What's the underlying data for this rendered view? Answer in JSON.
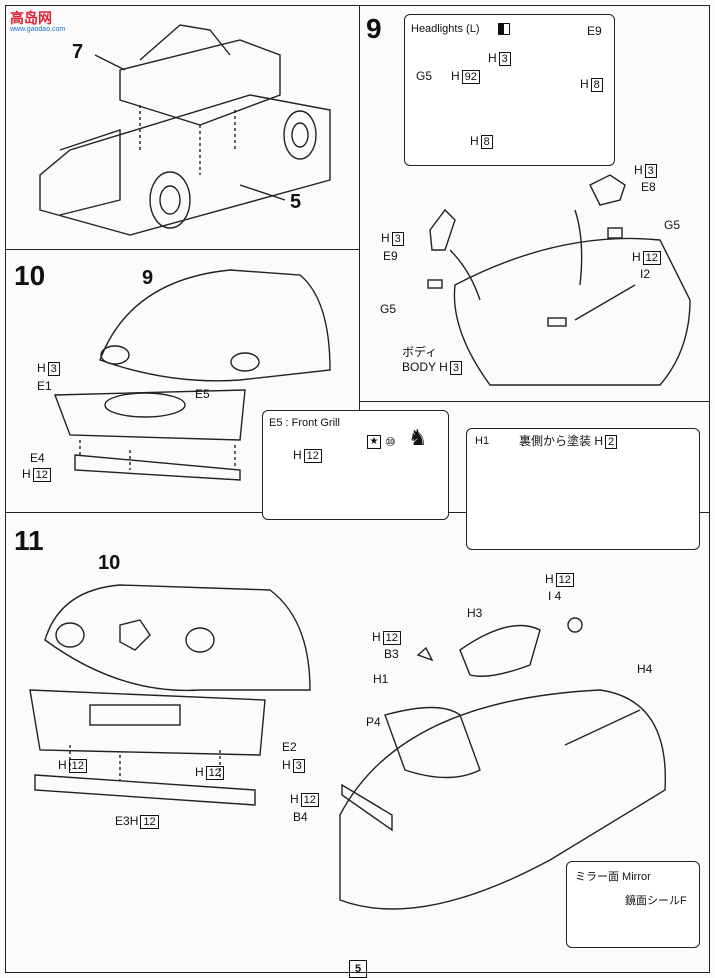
{
  "watermark": {
    "brand": "高岛网",
    "url": "www.gaodao.com"
  },
  "steps": {
    "s8": {
      "labels": [
        "7",
        "5"
      ]
    },
    "s9": {
      "number": "9",
      "headlights_title": "Headlights (L)",
      "parts": {
        "e9a": "E9",
        "h3a": "H",
        "h3a_box": "3",
        "h8a": "H",
        "h8a_box": "8",
        "g5a": "G5",
        "h92": "H",
        "h92_box": "92",
        "h8b": "H",
        "h8b_box": "8",
        "h3b": "H",
        "h3b_box": "3",
        "e8": "E8",
        "g5b": "G5",
        "h12a": "H",
        "h12a_box": "12",
        "i2": "I2",
        "h3c": "H",
        "h3c_box": "3",
        "e9b": "E9",
        "g5c": "G5",
        "body_jp": "ボディ",
        "body_en": "BODY",
        "body_h": "H",
        "body_box": "3"
      }
    },
    "s10": {
      "number": "10",
      "parts": {
        "p9": "9",
        "h3": "H",
        "h3_box": "3",
        "e1": "E1",
        "e5": "E5",
        "e4": "E4",
        "h12": "H",
        "h12_box": "12"
      },
      "grill_title": "E5 : Front Grill",
      "grill_h": "H",
      "grill_box": "12",
      "grill_num": "⑩",
      "h1_title": "H1",
      "h1_note_jp": "裏側から塗装",
      "h1_h": "H",
      "h1_box": "2"
    },
    "s11": {
      "number": "11",
      "parts": {
        "p10": "10",
        "h12a": "H",
        "h12a_box": "12",
        "i4": "I 4",
        "h3": "H3",
        "h12b": "H",
        "h12b_box": "12",
        "b3": "B3",
        "h1": "H1",
        "h4": "H4",
        "p4": "P4",
        "h12c": "H",
        "h12c_box": "12",
        "b4": "B4",
        "e2": "E2",
        "h3b": "H",
        "h3b_box": "3",
        "h12d": "H",
        "h12d_box": "12",
        "h12e": "H",
        "h12e_box": "12",
        "e3": "E3",
        "e3h": "H",
        "e3h_box": "12"
      },
      "mirror_title": "ミラー面 Mirror",
      "mirror_seal": "鏡面シールF"
    }
  },
  "page_number": "5"
}
